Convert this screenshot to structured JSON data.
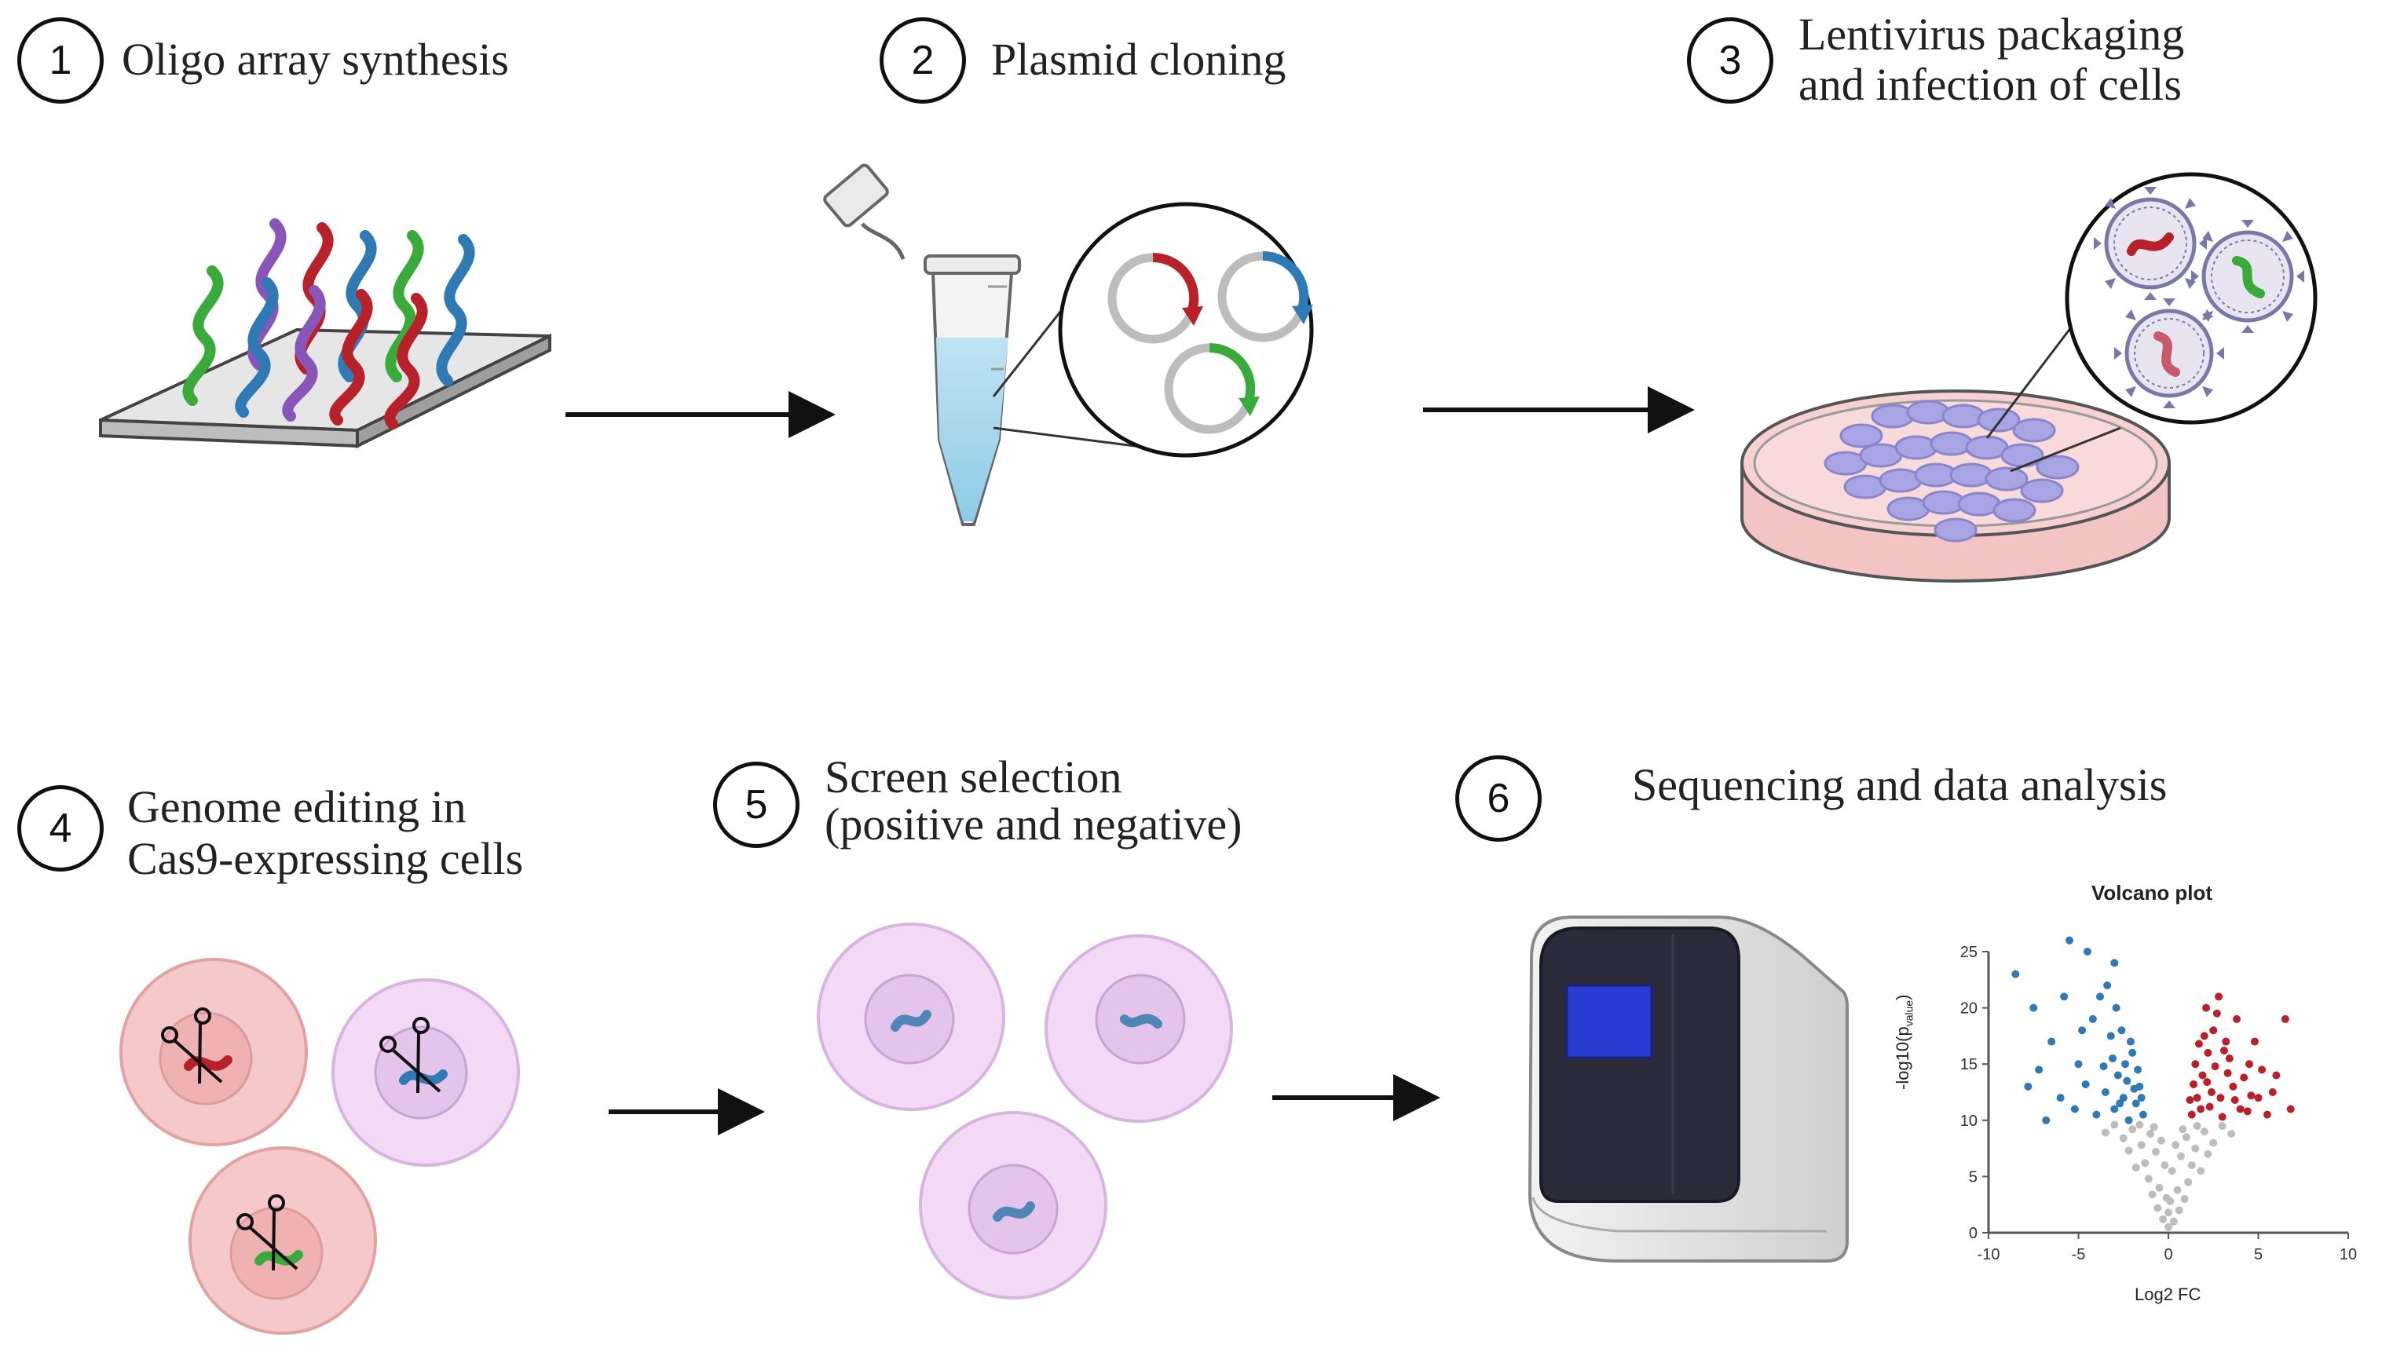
{
  "steps": [
    {
      "number": "1",
      "line1": "Oligo array synthesis",
      "line2": ""
    },
    {
      "number": "2",
      "line1": "Plasmid cloning",
      "line2": ""
    },
    {
      "number": "3",
      "line1": "Lentivirus packaging",
      "line2": "and infection of cells"
    },
    {
      "number": "4",
      "line1": "Genome editing in",
      "line2": "Cas9-expressing cells"
    },
    {
      "number": "5",
      "line1": "Screen selection",
      "line2": "(positive and negative)"
    },
    {
      "number": "6",
      "line1": "Sequencing and data analysis",
      "line2": ""
    }
  ],
  "colors": {
    "red": "#b8202a",
    "blue": "#2f79b5",
    "green": "#3aaa3a",
    "purple": "#8a55b8",
    "cell_red": "#f5c9c9",
    "cell_pink": "#f3d9f5",
    "dish": "#f7d0d0",
    "virus": "#7a78a8"
  },
  "chart_data": {
    "type": "scatter",
    "title": "Volcano plot",
    "xlabel": "Log2 FC",
    "ylabel": "-log10(p_value)",
    "xlim": [
      -10,
      10
    ],
    "ylim": [
      0,
      25
    ],
    "x_ticks": [
      "-10",
      "-5",
      "0",
      "5",
      "10"
    ],
    "y_ticks": [
      "0",
      "5",
      "10",
      "15",
      "20",
      "25"
    ],
    "series": [
      {
        "name": "",
        "color": "#2f79b5",
        "points": [
          [
            -8.5,
            23
          ],
          [
            -7.5,
            20
          ],
          [
            -5.5,
            26
          ],
          [
            -4.5,
            25
          ],
          [
            -3,
            24
          ],
          [
            -6.5,
            17
          ],
          [
            -7.8,
            13
          ],
          [
            -6,
            12
          ],
          [
            -5,
            15
          ],
          [
            -4.2,
            19
          ],
          [
            -3.8,
            21
          ],
          [
            -3.2,
            17.5
          ],
          [
            -2.8,
            14
          ],
          [
            -2.5,
            12
          ],
          [
            -2.2,
            10
          ],
          [
            -1.8,
            11.5
          ],
          [
            -1.6,
            13
          ],
          [
            -2,
            16
          ],
          [
            -2.6,
            18
          ],
          [
            -3.5,
            12.5
          ],
          [
            -4,
            10.5
          ],
          [
            -4.6,
            13.2
          ],
          [
            -5.2,
            11
          ],
          [
            -6.8,
            10
          ],
          [
            -7.2,
            14.5
          ],
          [
            -1.4,
            10.5
          ],
          [
            -1.9,
            12.8
          ],
          [
            -2.4,
            15
          ],
          [
            -3,
            11
          ],
          [
            -3.6,
            14.8
          ],
          [
            -2.1,
            17
          ],
          [
            -1.7,
            14.5
          ],
          [
            -2.9,
            20
          ],
          [
            -3.4,
            22
          ],
          [
            -4.8,
            18
          ],
          [
            -5.8,
            21
          ],
          [
            -1.5,
            12
          ],
          [
            -2.3,
            13.5
          ],
          [
            -2.7,
            11.5
          ],
          [
            -3.1,
            15.5
          ]
        ]
      },
      {
        "name": "",
        "color": "#b8202a",
        "points": [
          [
            1.3,
            10.5
          ],
          [
            1.6,
            12
          ],
          [
            1.9,
            14
          ],
          [
            2.2,
            16
          ],
          [
            2.5,
            18
          ],
          [
            2.1,
            20
          ],
          [
            2.8,
            21
          ],
          [
            3.2,
            17
          ],
          [
            3.6,
            13
          ],
          [
            4,
            11
          ],
          [
            4.5,
            15
          ],
          [
            5,
            12
          ],
          [
            5.5,
            10.5
          ],
          [
            6,
            14
          ],
          [
            6.5,
            19
          ],
          [
            6.8,
            11
          ],
          [
            3,
            10.3
          ],
          [
            2.4,
            12.5
          ],
          [
            1.8,
            11
          ],
          [
            2.6,
            14.8
          ],
          [
            3.4,
            15.5
          ],
          [
            3.8,
            19
          ],
          [
            1.5,
            15
          ],
          [
            2,
            17.5
          ],
          [
            2.9,
            12
          ],
          [
            4.2,
            13.8
          ],
          [
            4.8,
            17
          ],
          [
            5.2,
            14.5
          ],
          [
            1.4,
            13.2
          ],
          [
            2.3,
            11.2
          ],
          [
            3.1,
            16.2
          ],
          [
            3.7,
            11.8
          ],
          [
            4.4,
            10.8
          ],
          [
            1.7,
            16.8
          ],
          [
            2.7,
            19.5
          ],
          [
            5.8,
            12.5
          ],
          [
            1.2,
            11.8
          ],
          [
            2.15,
            13.4
          ],
          [
            3.3,
            14.2
          ],
          [
            4.6,
            12.2
          ]
        ]
      },
      {
        "name": "",
        "color": "#bdbdbd",
        "points": [
          [
            0,
            0.5
          ],
          [
            0.3,
            1
          ],
          [
            -0.3,
            1.2
          ],
          [
            0.6,
            2
          ],
          [
            -0.6,
            2.2
          ],
          [
            0.9,
            3
          ],
          [
            -0.9,
            3.4
          ],
          [
            1.1,
            4.5
          ],
          [
            -1.1,
            4.8
          ],
          [
            0.5,
            3.8
          ],
          [
            -0.5,
            4
          ],
          [
            1.3,
            6
          ],
          [
            -1.3,
            6.2
          ],
          [
            1.5,
            7.5
          ],
          [
            -1.5,
            7.8
          ],
          [
            1,
            8.5
          ],
          [
            -1,
            8.8
          ],
          [
            2,
            9
          ],
          [
            -2,
            9.2
          ],
          [
            2.5,
            8
          ],
          [
            -2.5,
            8.4
          ],
          [
            3,
            9.5
          ],
          [
            -3,
            9.6
          ],
          [
            0.2,
            5.5
          ],
          [
            -0.2,
            6
          ],
          [
            0.7,
            6.8
          ],
          [
            -0.7,
            7.2
          ],
          [
            1.8,
            5.5
          ],
          [
            -1.8,
            5.8
          ],
          [
            0.1,
            2.8
          ],
          [
            -0.1,
            3.1
          ],
          [
            0.4,
            7.8
          ],
          [
            -0.4,
            8.2
          ],
          [
            2.2,
            7
          ],
          [
            -2.2,
            7.3
          ],
          [
            1.6,
            9.5
          ],
          [
            -1.6,
            9.6
          ],
          [
            0.8,
            9.2
          ],
          [
            -0.8,
            9.4
          ],
          [
            3.5,
            8.8
          ],
          [
            -3.5,
            8.9
          ],
          [
            0,
            1.8
          ]
        ]
      }
    ]
  }
}
